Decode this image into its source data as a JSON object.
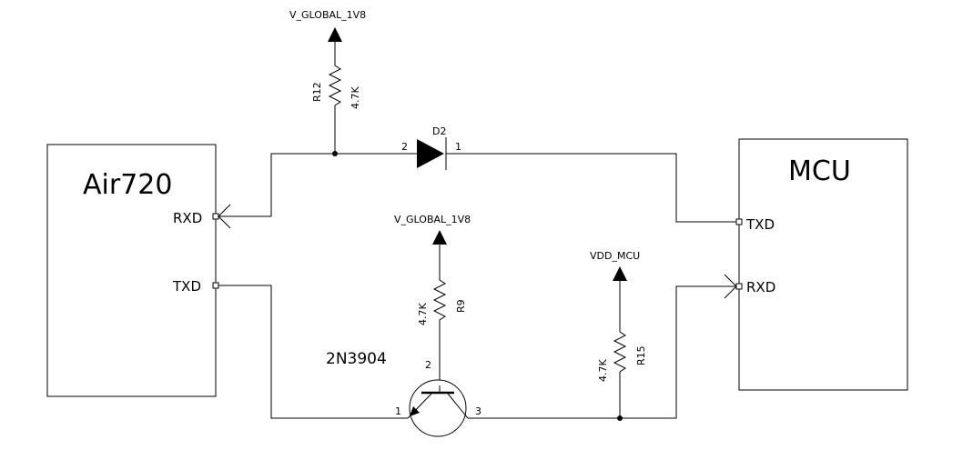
{
  "blocks": {
    "air720": {
      "name": "Air720",
      "pin_rxd": "RXD",
      "pin_txd": "TXD"
    },
    "mcu": {
      "name": "MCU",
      "pin_txd": "TXD",
      "pin_rxd": "RXD"
    }
  },
  "components": {
    "r12": {
      "ref": "R12",
      "value": "4.7K",
      "supply": "V_GLOBAL_1V8"
    },
    "r9": {
      "ref": "R9",
      "value": "4.7K",
      "supply": "V_GLOBAL_1V8"
    },
    "r15": {
      "ref": "R15",
      "value": "4.7K",
      "supply": "VDD_MCU"
    },
    "d2": {
      "ref": "D2",
      "pin_anode": "2",
      "pin_cathode": "1"
    },
    "q": {
      "part": "2N3904",
      "pin_base": "2",
      "pin_emitter": "1",
      "pin_collector": "3"
    }
  }
}
